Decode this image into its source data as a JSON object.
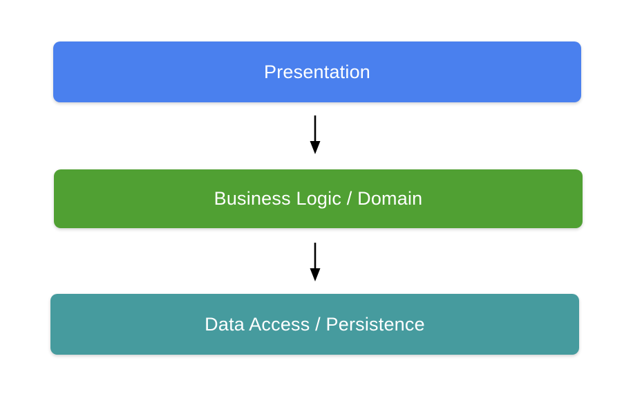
{
  "diagram": {
    "background_color": "#ffffff",
    "text_color": "#ffffff",
    "arrow_color": "#000000",
    "layers": [
      {
        "label": "Presentation",
        "color": "#4a80ee"
      },
      {
        "label": "Business Logic / Domain",
        "color": "#50a033"
      },
      {
        "label": "Data Access / Persistence",
        "color": "#469b9e"
      }
    ],
    "arrows": [
      {
        "from": "Presentation",
        "to": "Business Logic / Domain",
        "direction": "down"
      },
      {
        "from": "Business Logic / Domain",
        "to": "Data Access / Persistence",
        "direction": "down"
      }
    ]
  }
}
